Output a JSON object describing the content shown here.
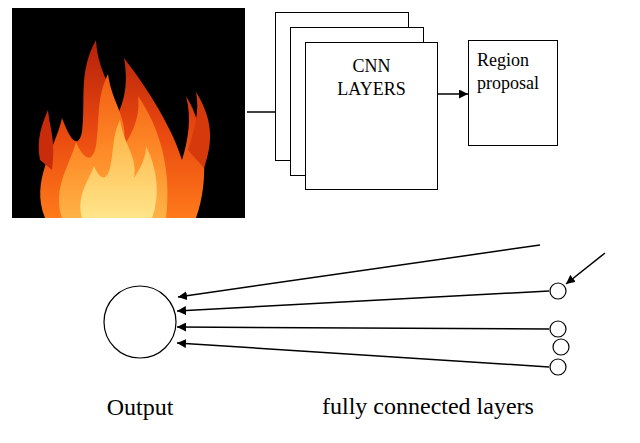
{
  "diagram": {
    "nodes": [
      {
        "text": [
          "CNN LAYERS"
        ]
      },
      {
        "text": [
          "Region proposal"
        ]
      },
      {
        "text": [
          "Output"
        ]
      }
    ],
    "edges": [
      {
        "from": 0,
        "to": 1,
        "arrow": "to"
      }
    ],
    "labels": [
      "fully connected layers"
    ]
  }
}
